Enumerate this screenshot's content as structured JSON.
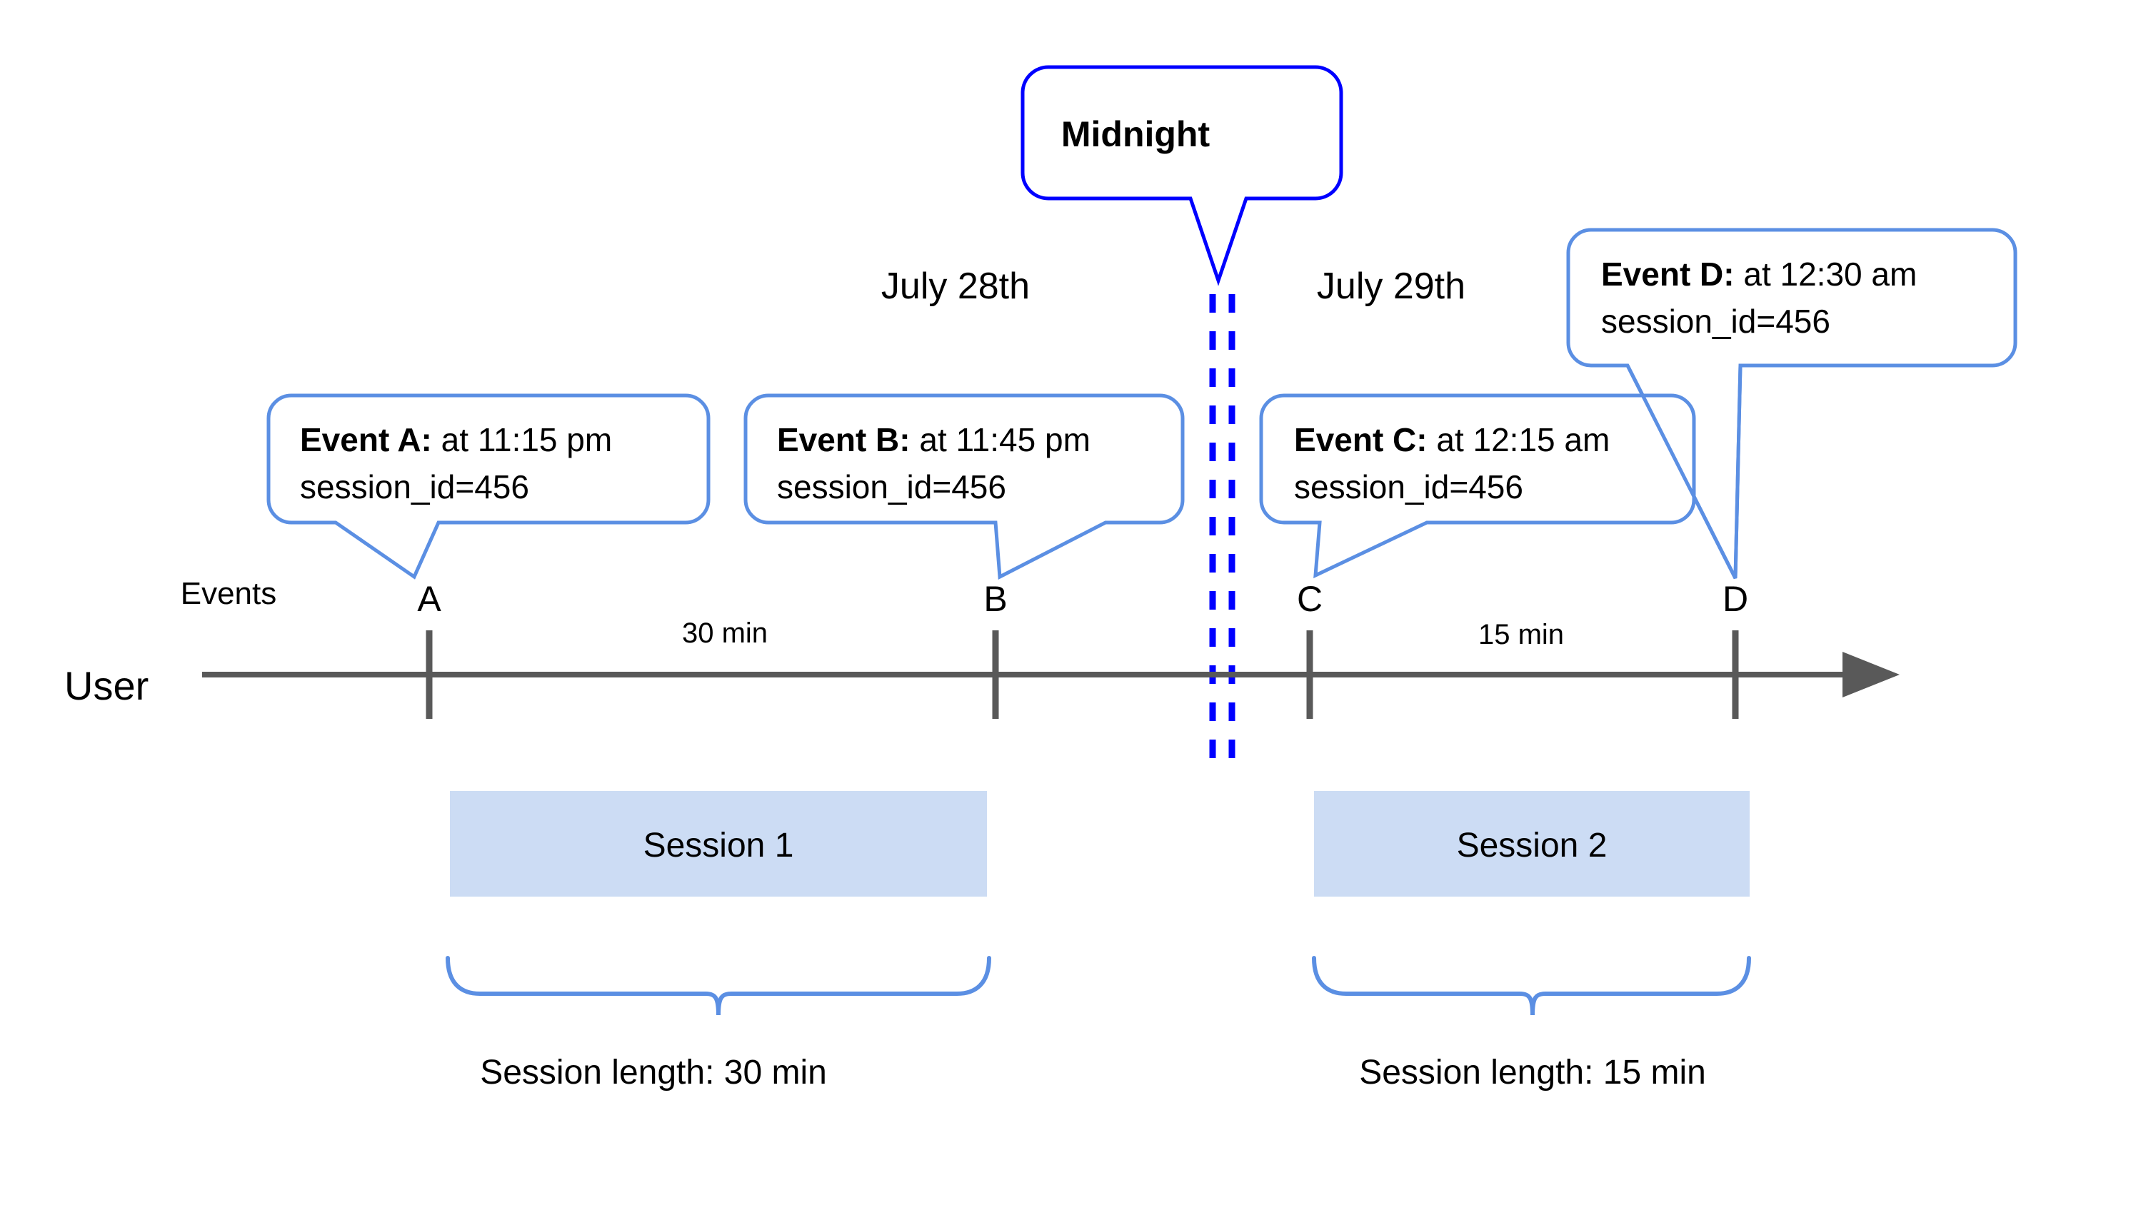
{
  "diagram": {
    "title_callout": {
      "label": "Midnight"
    },
    "axis": {
      "row_label": "User",
      "events_label": "Events",
      "dates": [
        {
          "label": "July 28th"
        },
        {
          "label": "July 29th"
        }
      ]
    },
    "ticks": [
      {
        "label": "A"
      },
      {
        "label": "B"
      },
      {
        "label": "C"
      },
      {
        "label": "D"
      }
    ],
    "gaps": [
      {
        "label": "30 min"
      },
      {
        "label": "15 min"
      }
    ],
    "event_callouts": [
      {
        "name": "Event A:",
        "time": " at 11:15 pm",
        "session": "session_id=456"
      },
      {
        "name": "Event B:",
        "time": " at 11:45 pm",
        "session": "session_id=456"
      },
      {
        "name": "Event C:",
        "time": " at 12:15 am",
        "session": "session_id=456"
      },
      {
        "name": "Event D:",
        "time": " at 12:30 am",
        "session": "session_id=456"
      }
    ],
    "sessions": [
      {
        "label": "Session 1",
        "length_label": "Session length: 30 min"
      },
      {
        "label": "Session 2",
        "length_label": "Session length: 15 min"
      }
    ],
    "colors": {
      "midnight_blue": "#0000FF",
      "callout_blue": "#5B8FE3",
      "session_fill": "#CCDCF4",
      "axis_gray": "#595959",
      "text_black": "#000000"
    }
  }
}
